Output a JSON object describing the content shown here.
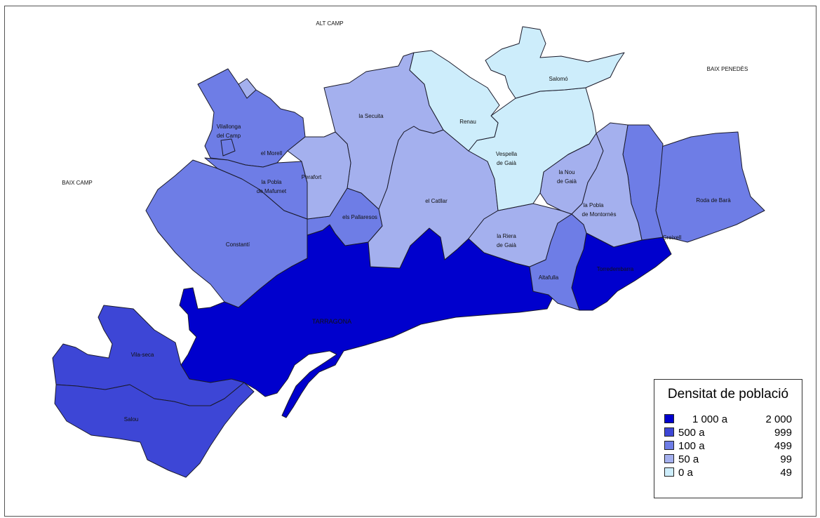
{
  "neighbors": {
    "alt_camp": "ALT CAMP",
    "baix_penedes": "BAIX PENEDÈS",
    "baix_camp": "BAIX CAMP"
  },
  "municipalities": {
    "salomo": "Salomó",
    "renau": "Renau",
    "vespella_1": "Vespella",
    "vespella_2": "de Gaià",
    "secuita": "la Secuita",
    "vilallonga_1": "Vilallonga",
    "vilallonga_2": "del Camp",
    "morell": "el Morell",
    "perafort": "Perafort",
    "pobla_mafumet_1": "la Pobla",
    "pobla_mafumet_2": "de Mafumet",
    "nou_1": "la Nou",
    "nou_2": "de Gaià",
    "pobla_montornes_1": "la Pobla",
    "pobla_montornes_2": "de Montornès",
    "roda": "Roda de Barà",
    "catllar": "el Catllar",
    "pallaresos": "els Pallaresos",
    "riera_1": "la Riera",
    "riera_2": "de Gaià",
    "creixell": "Creixell",
    "constanti": "Constantí",
    "torredembarra": "Torredembarra",
    "altafulla": "Altafulla",
    "tarragona": "TARRAGONA",
    "vilaseca": "Vila-seca",
    "salou": "Salou"
  },
  "legend": {
    "title": "Densitat de població",
    "classes": [
      {
        "from": "1 000 a",
        "to": "2 000",
        "color": "#0000cd"
      },
      {
        "from": "500 a",
        "to": "999",
        "color": "#3d46d6"
      },
      {
        "from": "100 a",
        "to": "499",
        "color": "#6e7de6"
      },
      {
        "from": "50 a",
        "to": "99",
        "color": "#a4b0ee"
      },
      {
        "from": "0 a",
        "to": "49",
        "color": "#cdedfb"
      }
    ]
  }
}
